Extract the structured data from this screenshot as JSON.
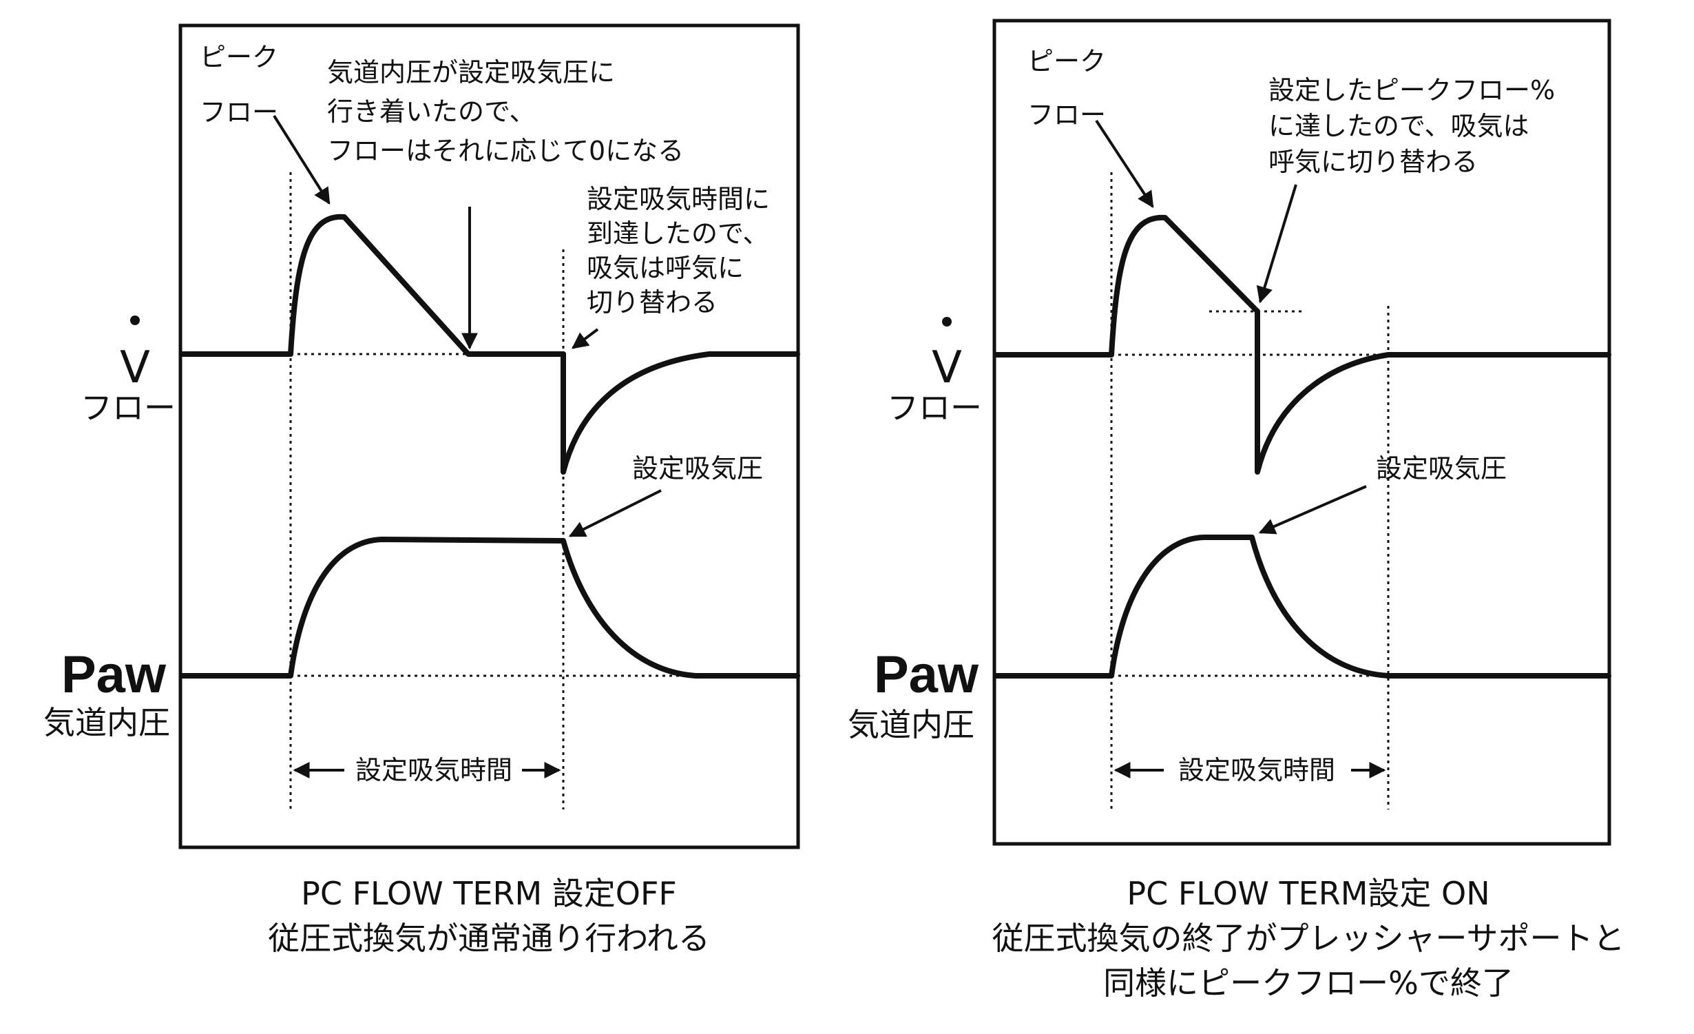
{
  "left": {
    "peak_label": "ピーク",
    "flow_label": "フロー",
    "annotation_1": [
      "気道内圧が設定吸気圧に",
      "行き着いたので、",
      "フローはそれに応じて0になる"
    ],
    "annotation_2": [
      "設定吸気時間に",
      "到達したので、",
      "吸気は呼気に",
      "切り替わる"
    ],
    "pressure_label": "設定吸気圧",
    "time_label": "設定吸気時間",
    "v_symbol": "V",
    "v_axis_label": "フロー",
    "paw_label": "Paw",
    "paw_sublabel": "気道内圧",
    "caption": [
      "PC FLOW TERM 設定OFF",
      "従圧式換気が通常通り行われる"
    ]
  },
  "right": {
    "peak_label": "ピーク",
    "flow_label": "フロー",
    "annotation_1": [
      "設定したピークフロー%",
      "に達したので、吸気は",
      "呼気に切り替わる"
    ],
    "pressure_label": "設定吸気圧",
    "time_label": "設定吸気時間",
    "v_symbol": "V",
    "v_axis_label": "フロー",
    "paw_label": "Paw",
    "paw_sublabel": "気道内圧",
    "caption": [
      "PC FLOW TERM設定 ON",
      "従圧式換気の終了がプレッシャーサポートと",
      "同様にピークフロー%で終了"
    ]
  }
}
